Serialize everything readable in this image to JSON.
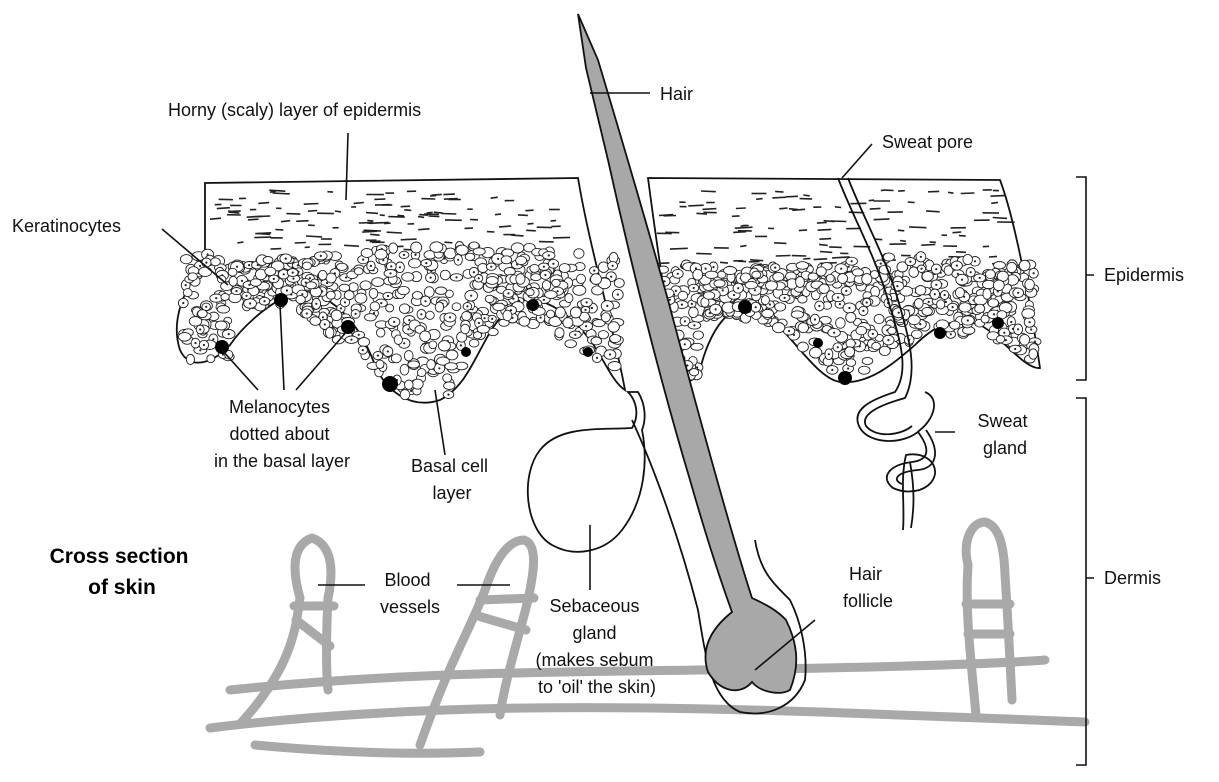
{
  "title": [
    "Cross section",
    "of skin"
  ],
  "labels": {
    "hair": "Hair",
    "horny_layer": "Horny (scaly) layer of epidermis",
    "sweat_pore": "Sweat pore",
    "keratinocytes": "Keratinocytes",
    "epidermis": "Epidermis",
    "melanocytes": [
      "Melanocytes",
      "dotted about",
      "in the basal layer"
    ],
    "basal_cell_layer": [
      "Basal cell",
      "layer"
    ],
    "sweat_gland": [
      "Sweat",
      "gland"
    ],
    "blood_vessels": [
      "Blood",
      "vessels"
    ],
    "sebaceous_gland": [
      "Sebaceous",
      "gland",
      "(makes sebum",
      "to 'oil' the skin)"
    ],
    "hair_follicle": [
      "Hair",
      "follicle"
    ],
    "dermis": "Dermis"
  },
  "colors": {
    "hair_fill": "#a8a8a8",
    "gland_fill": "#e2e2e2",
    "vessel_stroke": "#a9a9a9",
    "outline": "#111111"
  }
}
